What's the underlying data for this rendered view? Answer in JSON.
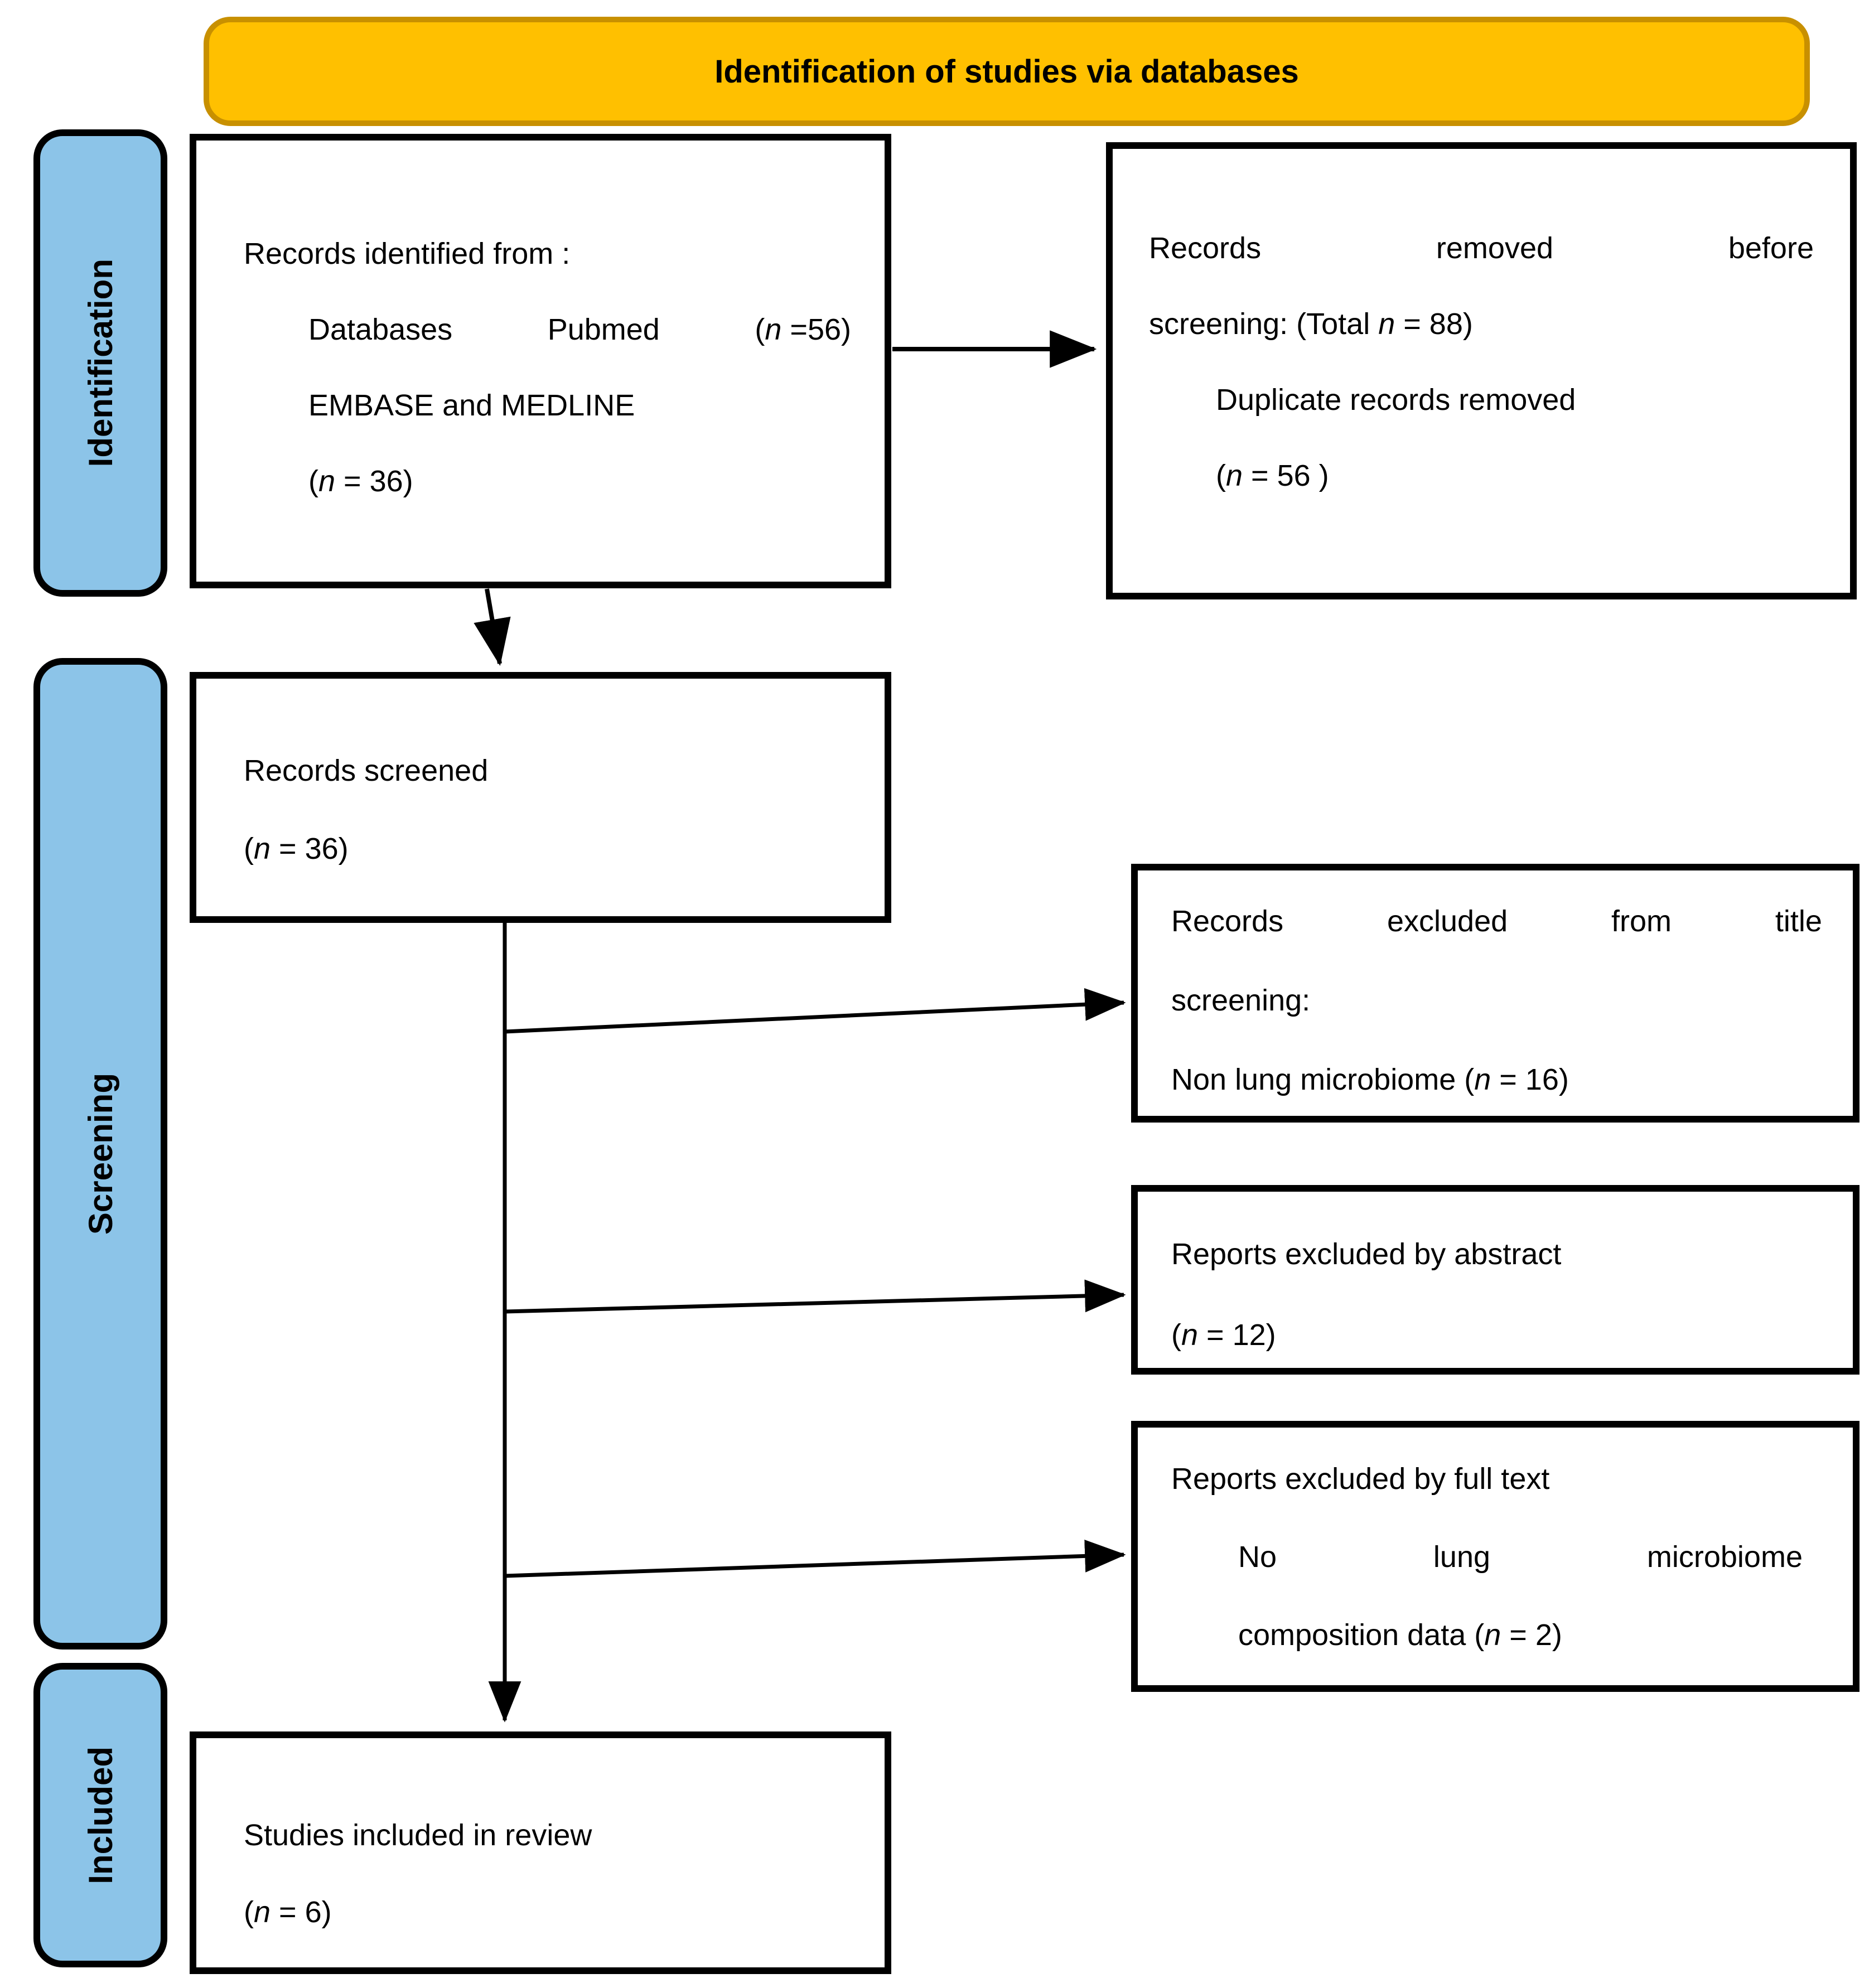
{
  "banner": {
    "label": "Identification of studies via databases"
  },
  "colors": {
    "banner_fill": "#FFC000",
    "banner_border": "#C89000",
    "sidebar_fill": "#8CC4E8",
    "line_and_border": "#000000"
  },
  "sidebars": {
    "identification": "Identification",
    "screening": "Screening",
    "included": "Included"
  },
  "boxes": {
    "identified": {
      "line1": "Records identified from :",
      "line2": {
        "w1": "Databases",
        "w2": "Pubmed",
        "w3_pre": "(",
        "w3_var": "n",
        "w3_post": " =56)"
      },
      "line3": "EMBASE and MEDLINE",
      "line4": {
        "pre": "(",
        "var": "n",
        "post": " = 36)"
      }
    },
    "removed": {
      "line1": {
        "w1": "Records",
        "w2": "removed",
        "w3": "before"
      },
      "line2": {
        "pre": "screening: (Total ",
        "var": "n",
        "post": " = 88)"
      },
      "line3": "Duplicate records removed",
      "line4": {
        "pre": "(",
        "var": "n",
        "post": " = 56 )"
      }
    },
    "screened": {
      "line1": "Records screened",
      "line2": {
        "pre": "(",
        "var": "n",
        "post": " = 36)"
      }
    },
    "excluded_title": {
      "line1": {
        "w1": "Records",
        "w2": "excluded",
        "w3": "from",
        "w4": "title"
      },
      "line2": "screening:",
      "line3": {
        "pre": "Non lung microbiome (",
        "var": "n",
        "post": " = 16)"
      }
    },
    "excluded_abstract": {
      "line1": "Reports excluded by abstract",
      "line2": {
        "pre": "(",
        "var": "n",
        "post": " = 12)"
      }
    },
    "excluded_fulltext": {
      "line1": "Reports excluded by full text",
      "line2": {
        "w1": "No",
        "w2": "lung",
        "w3": "microbiome"
      },
      "line3": {
        "pre": "composition data (",
        "var": "n",
        "post": " = 2)"
      }
    },
    "included_box": {
      "line1": "Studies included in review",
      "line2": {
        "pre": "(",
        "var": "n",
        "post": " = 6)"
      }
    }
  }
}
